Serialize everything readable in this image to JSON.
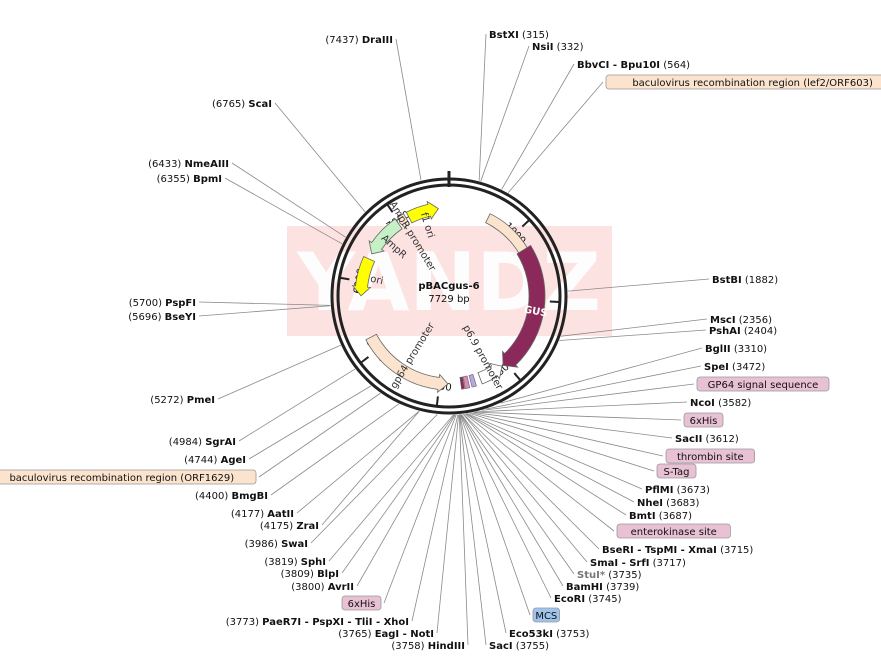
{
  "plasmid": {
    "name": "pBACgus-6",
    "length": "7729 bp",
    "length_value": 7729
  },
  "watermark": "YANDZ",
  "colors": {
    "gus": "#8b2a5a",
    "promoter": "#fbe3cd",
    "ori": "#ffff00",
    "ampr": "#c6f0c6",
    "tag_box": "#e8c1d4",
    "mcs_box": "#9fc4ec",
    "baculo_box": "#fbe3cd",
    "ring": "#222222",
    "leader": "#8a8a8a",
    "watermark_bg": "#fde2e2"
  },
  "ruler_ticks": [
    {
      "label": "1000",
      "position": 1000
    },
    {
      "label": "2000",
      "position": 2000
    },
    {
      "label": "3000",
      "position": 3000
    },
    {
      "label": "4000",
      "position": 4000
    },
    {
      "label": "5000",
      "position": 5000
    },
    {
      "label": "6000",
      "position": 6000
    },
    {
      "label": "7000",
      "position": 7000
    }
  ],
  "features": [
    {
      "label": "f1 ori",
      "type": "ori",
      "start": 7150,
      "end": 7580,
      "direction": 1
    },
    {
      "label": "AmpR promoter",
      "type": "promoter",
      "start": 7000,
      "end": 7110,
      "direction": -1
    },
    {
      "label": "AmpR",
      "type": "ampr",
      "start": 6410,
      "end": 6980,
      "direction": -1
    },
    {
      "label": "ori",
      "type": "ori",
      "start": 5800,
      "end": 6330,
      "direction": -1
    },
    {
      "label": "",
      "type": "promoter",
      "start": 570,
      "end": 1270,
      "direction": 1
    },
    {
      "label": "GUS",
      "type": "gus",
      "start": 1250,
      "end": 3050,
      "direction": 1
    },
    {
      "label": "p6.9 promoter",
      "type": "promoter_white",
      "start": 3070,
      "end": 3420,
      "direction": -1
    },
    {
      "label": "gp64 promoter",
      "type": "promoter",
      "start": 3880,
      "end": 5200,
      "direction": -1
    }
  ],
  "labels_right": [
    {
      "name": "BstXI",
      "pos": "(315)",
      "site": 315
    },
    {
      "name": "NsiI",
      "pos": "(332)",
      "site": 332
    },
    {
      "name": "BbvCI - Bpu10I",
      "pos": "(564)",
      "site": 564
    },
    {
      "name": "baculovirus recombination region (lef2/ORF603)",
      "pos": "",
      "site": 640,
      "box": "baculo"
    },
    {
      "name": "BstBI",
      "pos": "(1882)",
      "site": 1882
    },
    {
      "name": "MscI",
      "pos": "(2356)",
      "site": 2356
    },
    {
      "name": "PshAI",
      "pos": "(2404)",
      "site": 2404
    },
    {
      "name": "BglII",
      "pos": "(3310)",
      "site": 3310
    },
    {
      "name": "SpeI",
      "pos": "(3472)",
      "site": 3472
    },
    {
      "name": "GP64 signal sequence",
      "pos": "",
      "site": 3520,
      "box": "tag"
    },
    {
      "name": "NcoI",
      "pos": "(3582)",
      "site": 3582
    },
    {
      "name": "6xHis",
      "pos": "",
      "site": 3595,
      "box": "tag"
    },
    {
      "name": "SacII",
      "pos": "(3612)",
      "site": 3612
    },
    {
      "name": "thrombin site",
      "pos": "",
      "site": 3630,
      "box": "tag"
    },
    {
      "name": "S-Tag",
      "pos": "",
      "site": 3650,
      "box": "tag"
    },
    {
      "name": "PflMI",
      "pos": "(3673)",
      "site": 3673
    },
    {
      "name": "NheI",
      "pos": "(3683)",
      "site": 3683
    },
    {
      "name": "BmtI",
      "pos": "(3687)",
      "site": 3687
    },
    {
      "name": "enterokinase site",
      "pos": "",
      "site": 3700,
      "box": "tag"
    },
    {
      "name": "BseRI - TspMI - XmaI",
      "pos": "(3715)",
      "site": 3715
    },
    {
      "name": "SmaI - SrfI",
      "pos": "(3717)",
      "site": 3717
    },
    {
      "name": "StuI*",
      "pos": "(3735)",
      "site": 3735,
      "gray": true
    },
    {
      "name": "BamHI",
      "pos": "(3739)",
      "site": 3739
    },
    {
      "name": "EcoRI",
      "pos": "(3745)",
      "site": 3745
    },
    {
      "name": "MCS",
      "pos": "",
      "site": 3748,
      "box": "mcs"
    },
    {
      "name": "Eco53kI",
      "pos": "(3753)",
      "site": 3753
    },
    {
      "name": "SacI",
      "pos": "(3755)",
      "site": 3755
    }
  ],
  "labels_left": [
    {
      "name": "DraIII",
      "pos": "(7437)",
      "site": 7437
    },
    {
      "name": "ScaI",
      "pos": "(6765)",
      "site": 6765
    },
    {
      "name": "NmeAIII",
      "pos": "(6433)",
      "site": 6433
    },
    {
      "name": "BpmI",
      "pos": "(6355)",
      "site": 6355
    },
    {
      "name": "PspFI",
      "pos": "(5700)",
      "site": 5700
    },
    {
      "name": "BseYI",
      "pos": "(5696)",
      "site": 5696
    },
    {
      "name": "PmeI",
      "pos": "(5272)",
      "site": 5272
    },
    {
      "name": "SgrAI",
      "pos": "(4984)",
      "site": 4984
    },
    {
      "name": "AgeI",
      "pos": "(4744)",
      "site": 4744
    },
    {
      "name": "baculovirus recombination region (ORF1629)",
      "pos": "",
      "site": 4620,
      "box": "baculo"
    },
    {
      "name": "BmgBI",
      "pos": "(4400)",
      "site": 4400
    },
    {
      "name": "AatII",
      "pos": "(4177)",
      "site": 4177
    },
    {
      "name": "ZraI",
      "pos": "(4175)",
      "site": 4175
    },
    {
      "name": "SwaI",
      "pos": "(3986)",
      "site": 3986
    },
    {
      "name": "SphI",
      "pos": "(3819)",
      "site": 3819
    },
    {
      "name": "BlpI",
      "pos": "(3809)",
      "site": 3809
    },
    {
      "name": "AvrII",
      "pos": "(3800)",
      "site": 3800
    },
    {
      "name": "6xHis",
      "pos": "",
      "site": 3790,
      "box": "tag"
    },
    {
      "name": "PaeR7I - PspXI - TliI - XhoI",
      "pos": "(3773)",
      "site": 3773
    },
    {
      "name": "EagI - NotI",
      "pos": "(3765)",
      "site": 3765
    },
    {
      "name": "HindIII",
      "pos": "(3758)",
      "site": 3758
    }
  ]
}
